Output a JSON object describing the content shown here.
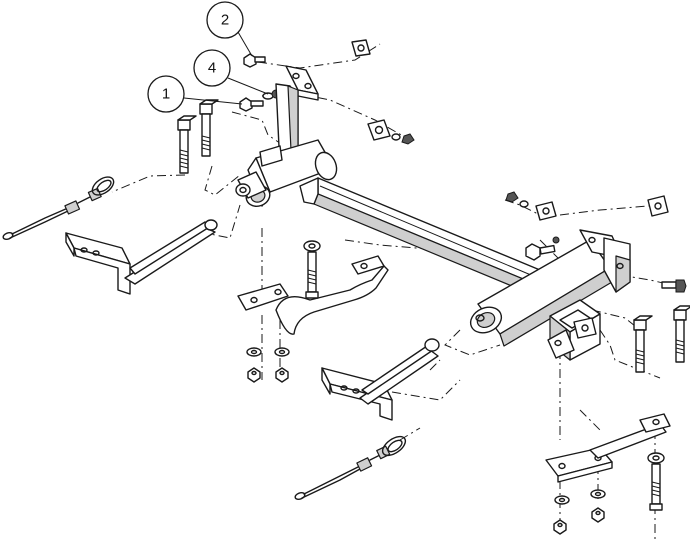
{
  "callouts": [
    {
      "id": "callout-2",
      "label": "2"
    },
    {
      "id": "callout-4",
      "label": "4"
    },
    {
      "id": "callout-1",
      "label": "1"
    }
  ]
}
